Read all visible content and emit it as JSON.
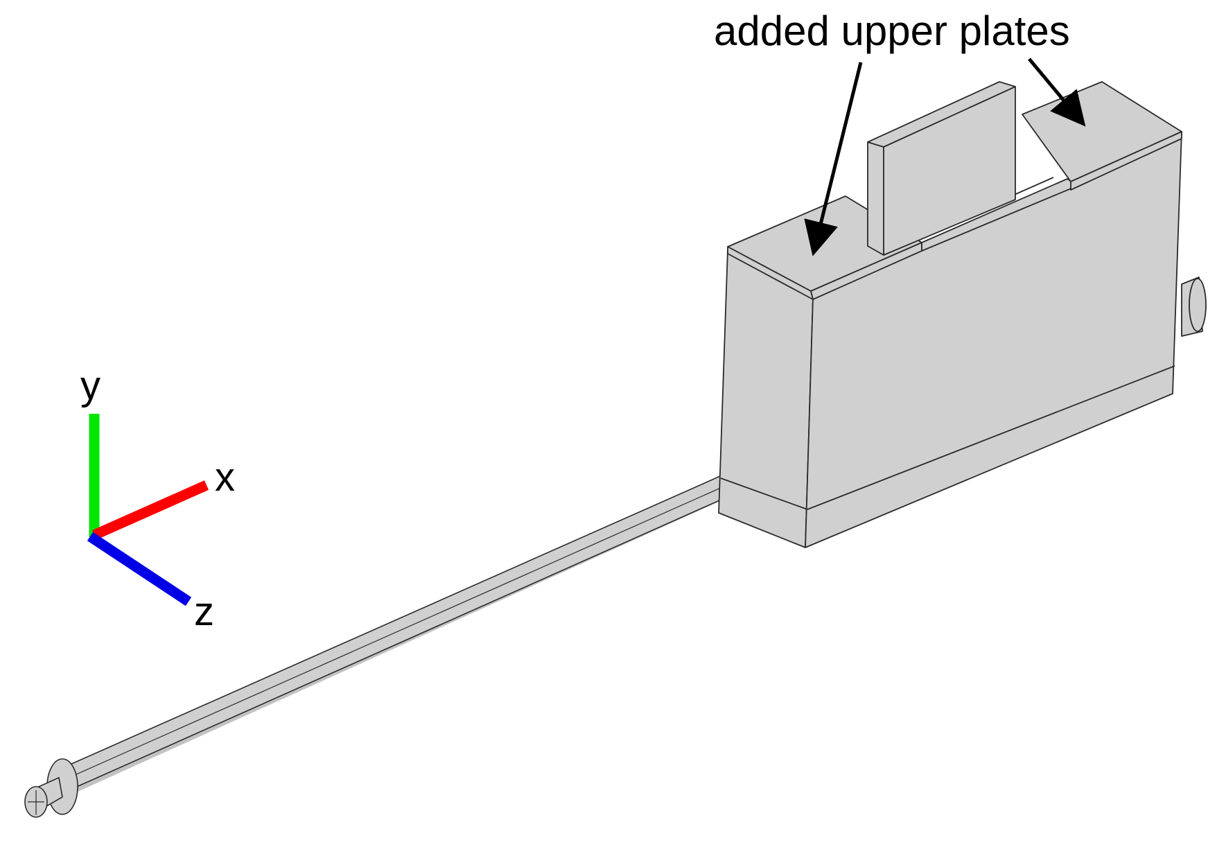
{
  "annotation": {
    "label": "added upper plates"
  },
  "axes": {
    "x_label": "x",
    "y_label": "y",
    "z_label": "z",
    "colors": {
      "x": "#ff0000",
      "y": "#00e600",
      "z": "#0000e6"
    }
  },
  "model": {
    "fill": "#d0d0d0",
    "edge": "#2a2a2a"
  }
}
